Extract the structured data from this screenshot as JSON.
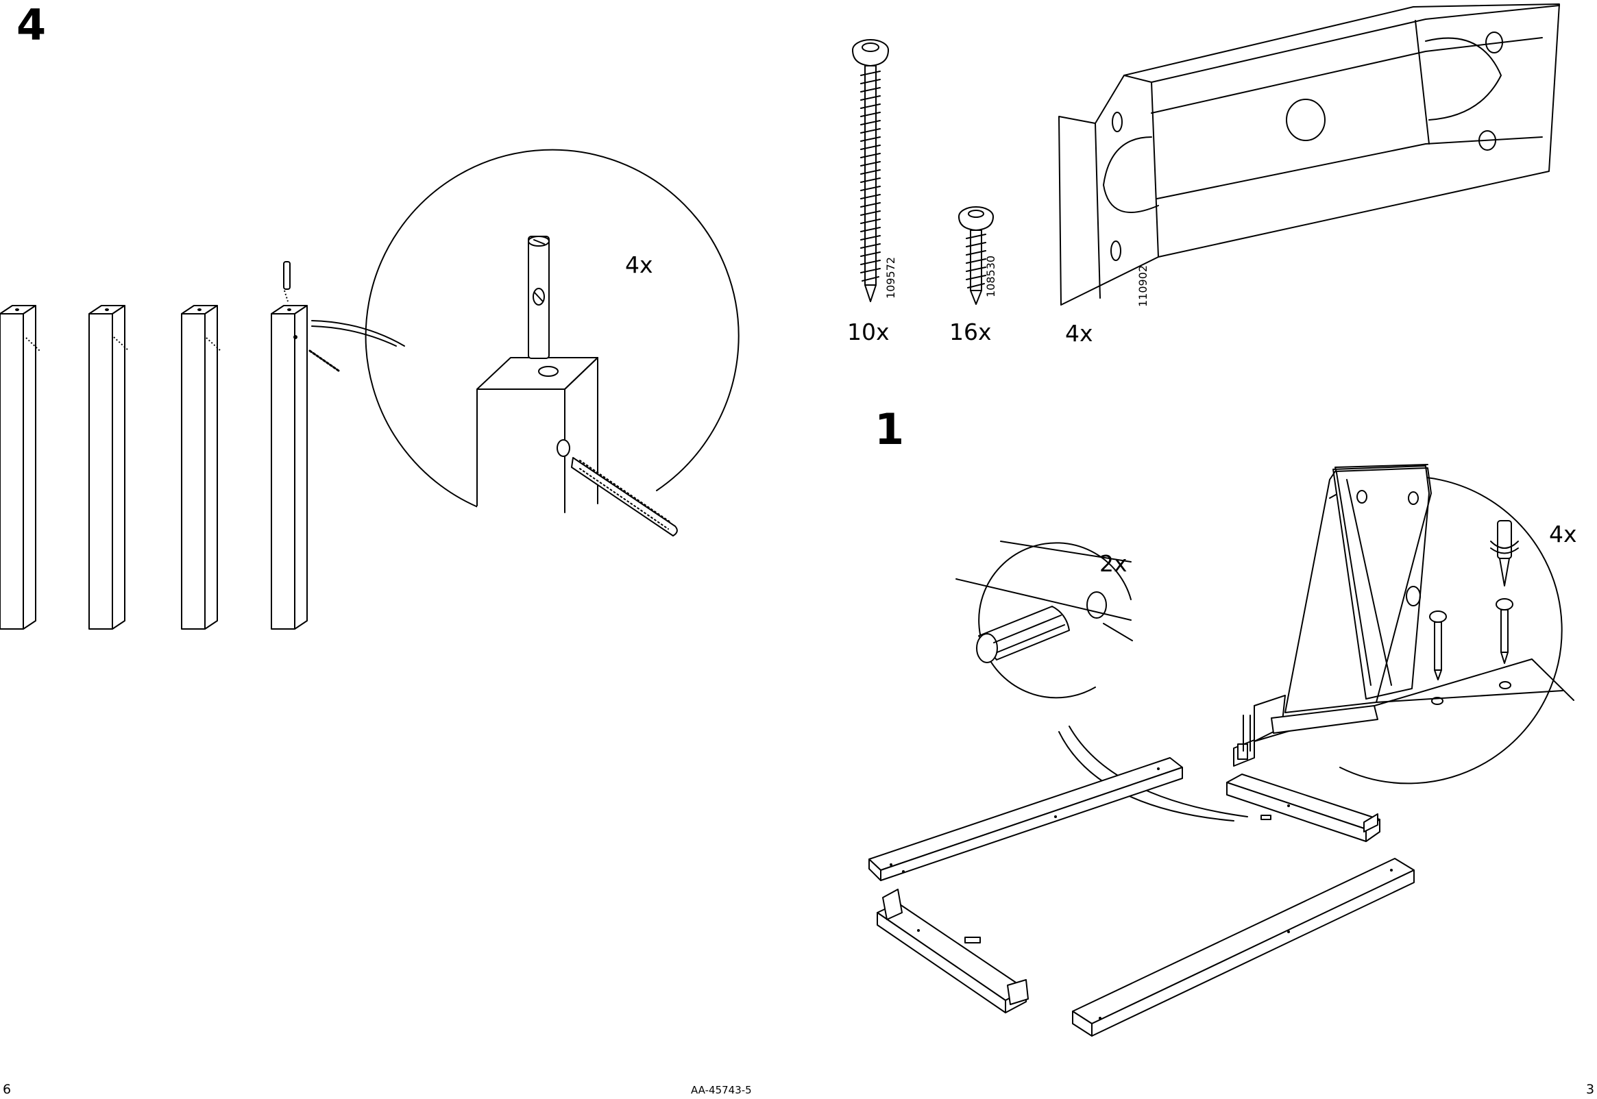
{
  "left_page": {
    "step_number": "4",
    "detail_quantity": "4x",
    "page_number": "6"
  },
  "right_page": {
    "parts": [
      {
        "part_number": "109572",
        "quantity": "10x"
      },
      {
        "part_number": "108530",
        "quantity": "16x"
      },
      {
        "part_number": "110902",
        "quantity": "4x"
      }
    ],
    "step_number": "1",
    "dowel_detail_quantity": "2x",
    "screw_detail_quantity": "4x",
    "page_number": "3"
  },
  "footer": {
    "document_code": "AA-45743-5"
  }
}
